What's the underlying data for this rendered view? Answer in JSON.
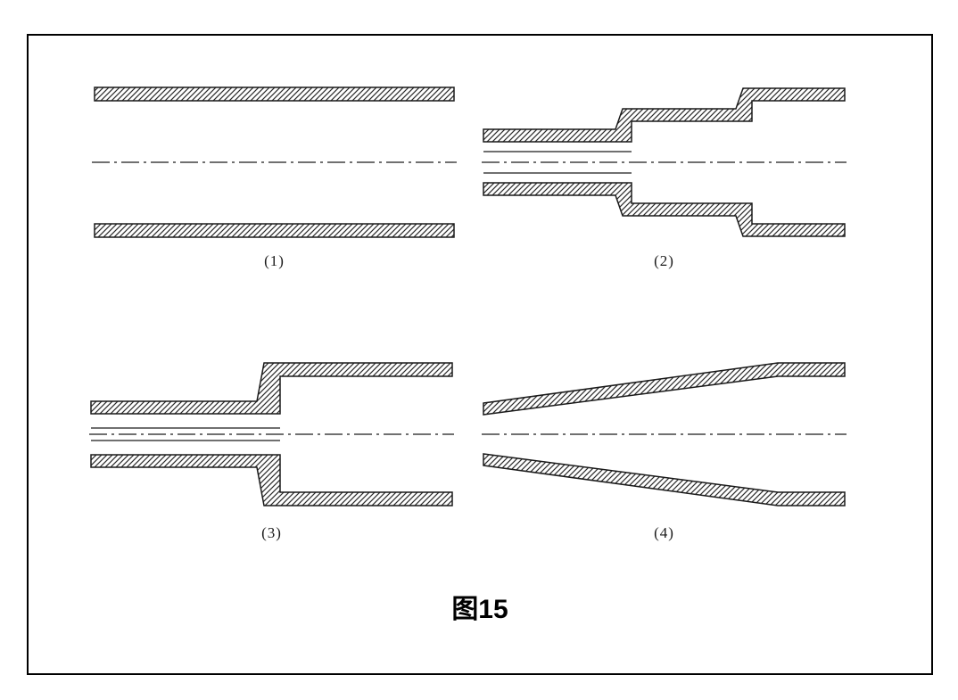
{
  "caption": "图15",
  "line_color": "#1a1a1a",
  "figures": [
    {
      "label": "(1)",
      "name": "straight-pipe-section"
    },
    {
      "label": "(2)",
      "name": "three-step-stepped-pipe-section"
    },
    {
      "label": "(3)",
      "name": "two-step-stepped-pipe-section"
    },
    {
      "label": "(4)",
      "name": "tapered-conical-pipe-section"
    }
  ]
}
